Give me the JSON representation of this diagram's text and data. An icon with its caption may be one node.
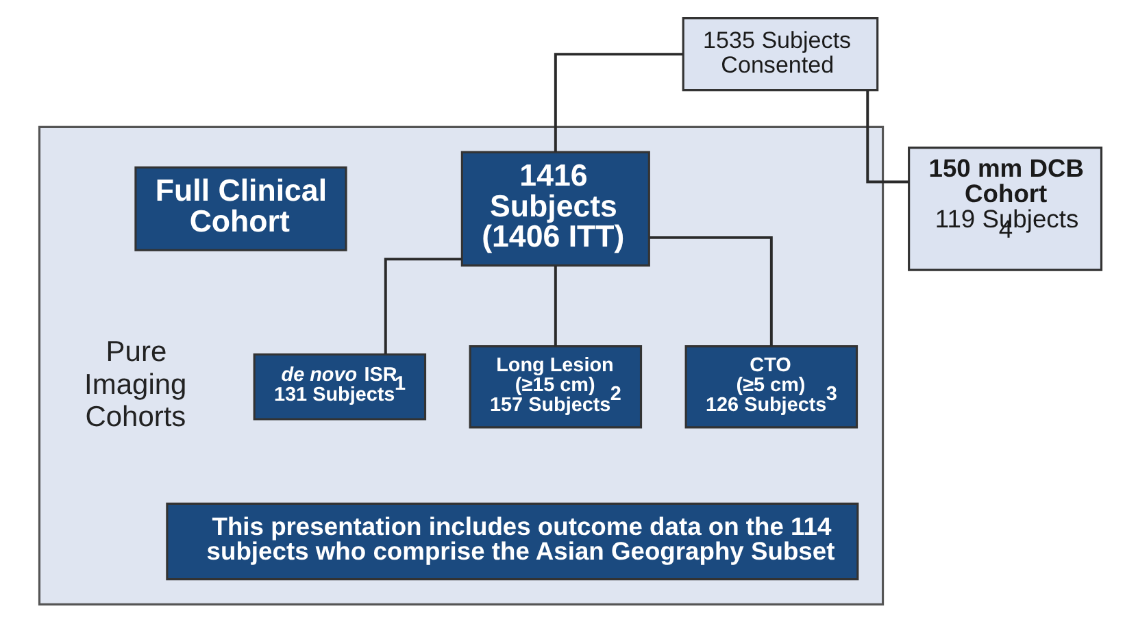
{
  "diagram": {
    "nodes": [
      {
        "text": [
          "1535 Subjects Consented"
        ]
      },
      {
        "text": [],
        "shape": "box"
      },
      {
        "text": [
          "Full Clinical Cohort"
        ],
        "in": 1
      },
      {
        "text": [
          "1416 Subjects",
          "(1406 ITT)"
        ],
        "in": 1
      },
      {
        "text": [
          "150 mm DCB Cohort",
          "119 Subjects$^{4}$"
        ]
      },
      {
        "text": [
          "*de novo* ISR",
          "131 Subjects$^{1}$"
        ],
        "in": 1
      },
      {
        "text": [
          "Long Lesion (≥15 cm)",
          "157 Subjects$^{2}$"
        ],
        "in": 1
      },
      {
        "text": [
          "CTO (≥5 cm)",
          "126 Subjects$^{3}$"
        ],
        "in": 1
      },
      {
        "text": [
          "This presentation includes outcome data on the 114 subjects who comprise the Asian Geography Subset"
        ],
        "in": 1
      }
    ],
    "edges": [
      {
        "from": 0,
        "to": 3,
        "arrow": "none"
      },
      {
        "from": 0,
        "to": 4,
        "arrow": "none"
      },
      {
        "from": 3,
        "to": 5,
        "arrow": "none"
      },
      {
        "from": 3,
        "to": 6,
        "arrow": "none"
      },
      {
        "from": 3,
        "to": 7,
        "arrow": "none"
      }
    ],
    "labels": [
      "Pure Imaging Cohorts"
    ]
  }
}
